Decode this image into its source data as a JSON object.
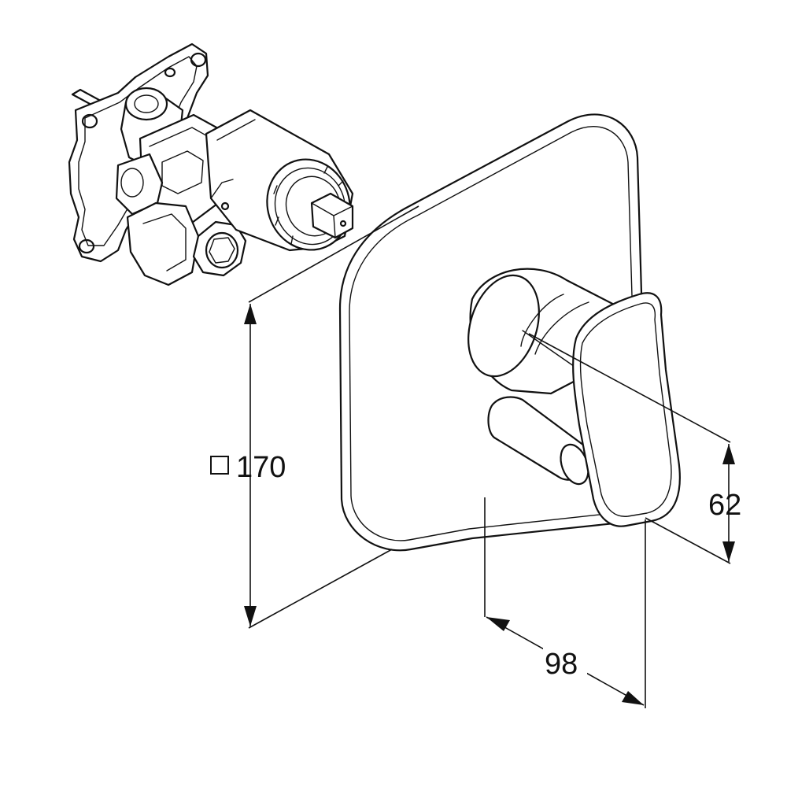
{
  "dimensions": {
    "plate_size": {
      "symbol": "□",
      "value": "170"
    },
    "handle_height": {
      "value": "62"
    },
    "projection_depth": {
      "value": "98"
    }
  },
  "colors": {
    "line": "#111111",
    "background": "#ffffff"
  }
}
